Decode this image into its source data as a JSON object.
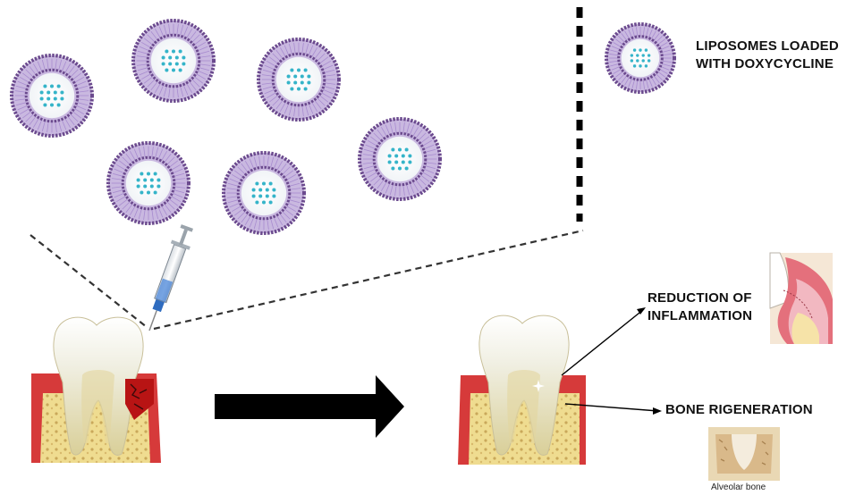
{
  "legend": {
    "line1": "LIPOSOMES LOADED",
    "line2": "WITH DOXYCYCLINE"
  },
  "labels": {
    "reduction_line1": "REDUCTION OF",
    "reduction_line2": "INFLAMMATION",
    "bone": "BONE RIGENERATION",
    "alveolar": "Alveolar bone"
  },
  "colors": {
    "liposome_outer": "#6b4a8e",
    "liposome_ring": "#c9b8e0",
    "drug_dots": "#35b4c9",
    "gum": "#d63a3a",
    "bone": "#ecd98a",
    "tooth": "#f2efe2",
    "arrow": "#000000"
  }
}
